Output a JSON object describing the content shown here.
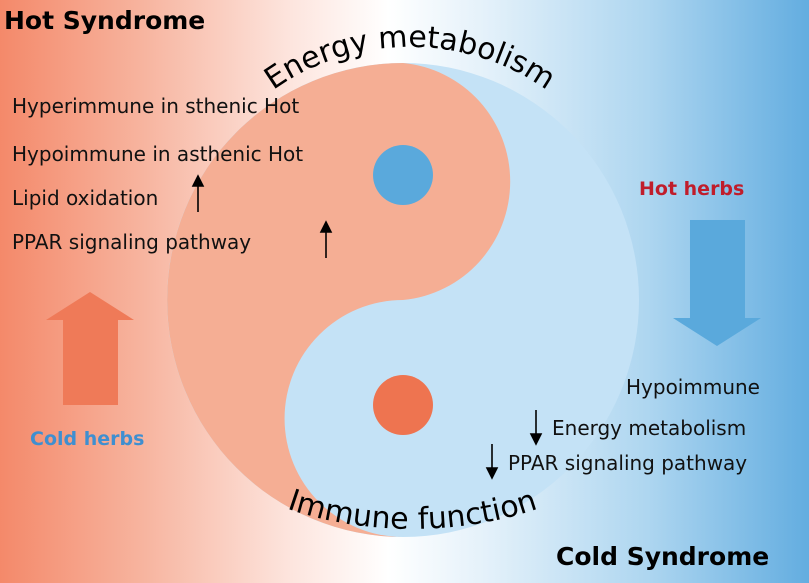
{
  "titles": {
    "hot": "Hot Syndrome",
    "cold": "Cold Syndrome"
  },
  "ring_labels": {
    "top": "Energy metabolism",
    "bottom": "Immune function"
  },
  "hot_side": {
    "items": [
      "Hyperimmune in sthenic Hot",
      "Hypoimmune in asthenic Hot",
      "Lipid oxidation",
      "PPAR signaling pathway"
    ],
    "treatment": "Cold herbs"
  },
  "cold_side": {
    "treatment": "Hot herbs",
    "items": [
      "Hypoimmune",
      "Energy  metabolism",
      "PPAR signaling pathway"
    ]
  },
  "colors": {
    "yang": "#f5ae94",
    "yin": "#c4e2f6",
    "hot_dot": "#ee7450",
    "cold_dot": "#5aa9dc",
    "hot_arrow": "#ef7a58",
    "cold_arrow": "#5aa9dc",
    "cold_herbs_text": "#3f8fd0",
    "hot_herbs_text": "#c01d2b"
  }
}
